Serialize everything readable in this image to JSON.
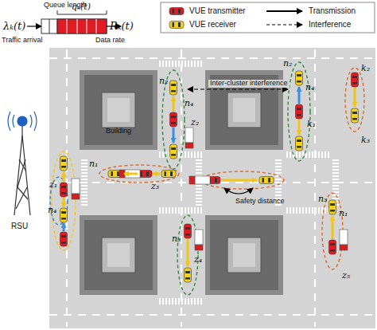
{
  "diagram": {
    "labels": [
      "Queue length",
      "qₖ(t)",
      "λₖ(t)",
      "Rₖ(t)",
      "Traffic arrival",
      "Data rate",
      "RSU",
      "Building",
      "Inter-cluster interference",
      "Safety distance",
      "z₁",
      "z₂",
      "z₃",
      "z₄",
      "z₅",
      "k₂",
      "k₃",
      "k₁",
      "n₂",
      "n₄",
      "n₂",
      "n₄",
      "n₁",
      "n₄",
      "n₃",
      "n₃",
      "n₁"
    ],
    "legend": [
      {
        "text": "VUE transmitter"
      },
      {
        "text": "VUE receiver"
      },
      {
        "text": "Transmission"
      },
      {
        "text": "Interference"
      }
    ]
  }
}
